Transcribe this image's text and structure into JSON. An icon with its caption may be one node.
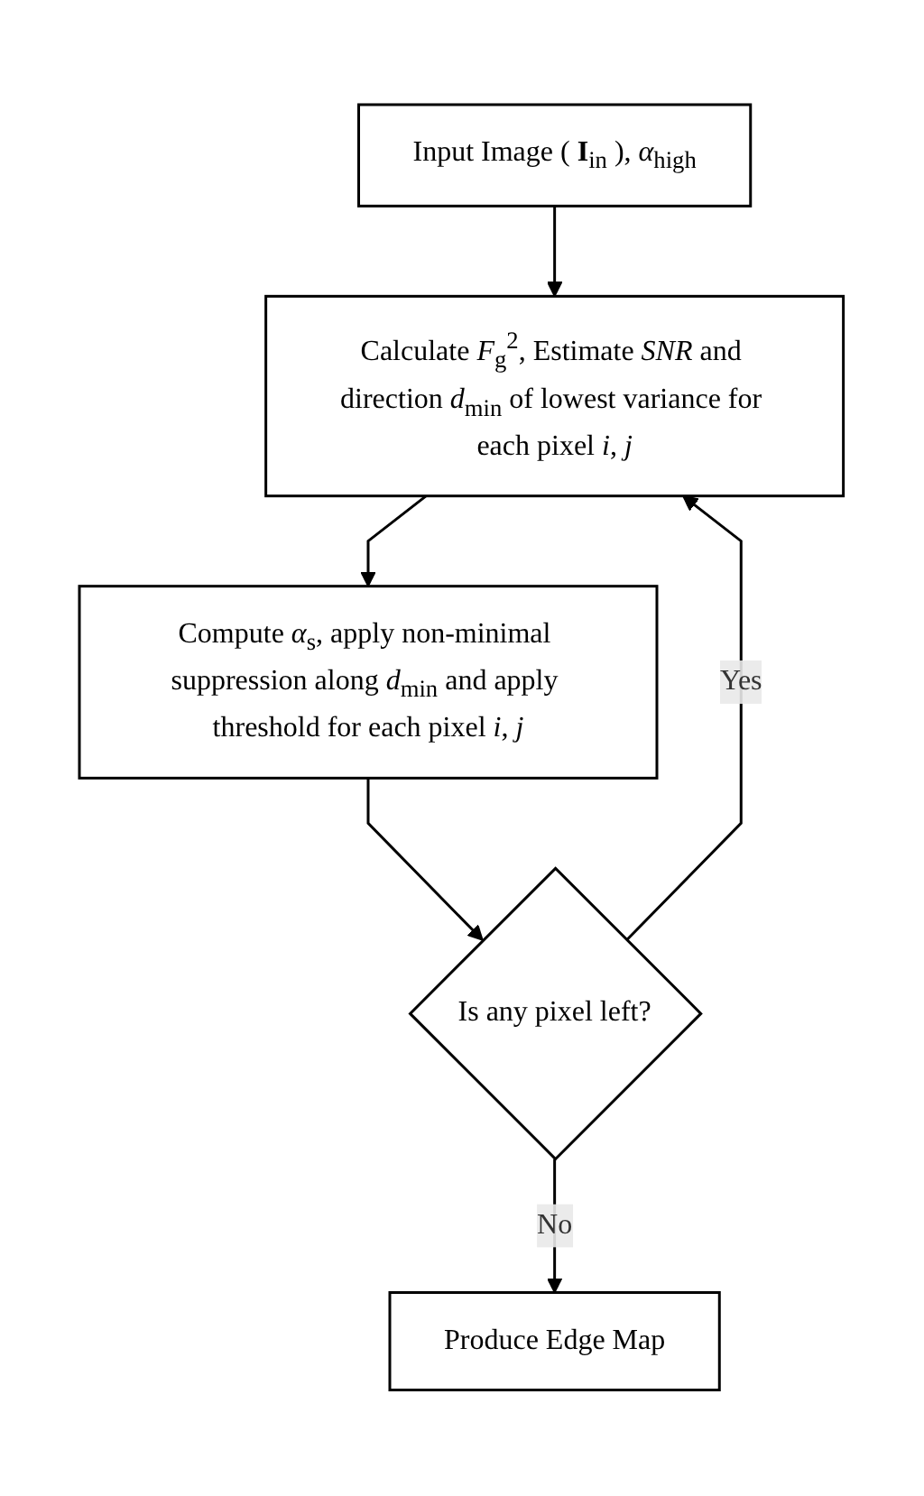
{
  "diagram": {
    "nodes": [
      {
        "text": [
          "Input Image ( **I**$_{in}$ ), *α*$_{high}$"
        ]
      },
      {
        "text": [
          "Calculate *F*$_{g}$$^{2}$, Estimate *SNR* and direction *d*$_{min}$ of lowest variance for each pixel *i*, *j*"
        ]
      },
      {
        "text": [
          "Compute *α*$_{s}$, apply non-minimal suppression along *d*$_{min}$ and apply threshold for each pixel *i*, *j*"
        ]
      },
      {
        "text": [
          "Is any pixel left?"
        ]
      },
      {
        "text": [
          "Produce Edge Map"
        ]
      }
    ],
    "edges": [
      {
        "from": 0,
        "to": 1,
        "arrow": "to"
      },
      {
        "from": 1,
        "to": 2,
        "arrow": "to"
      },
      {
        "from": 2,
        "to": 3,
        "arrow": "to"
      },
      {
        "from": 3,
        "to": 1,
        "arrow": "to",
        "label": "Yes"
      },
      {
        "from": 3,
        "to": 4,
        "arrow": "to",
        "label": "No"
      }
    ]
  }
}
